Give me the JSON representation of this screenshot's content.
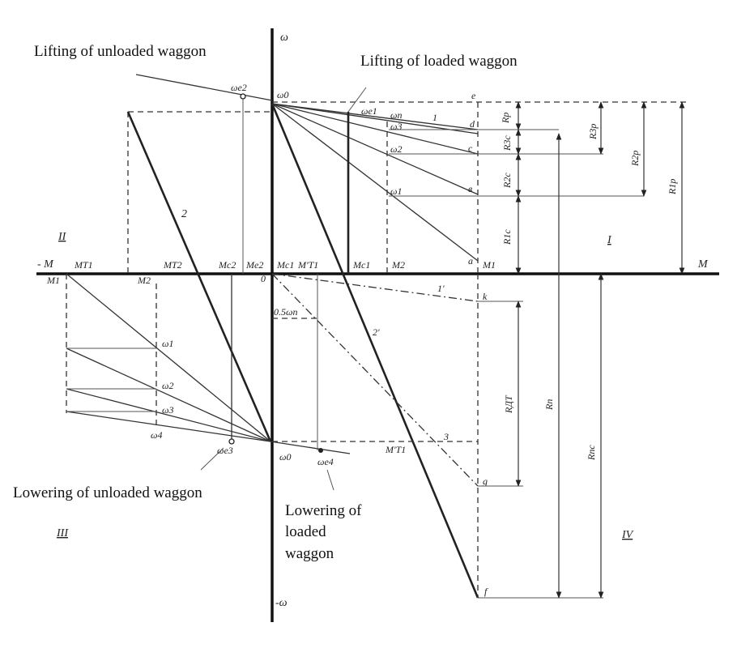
{
  "captions": {
    "lifting_unloaded": "Lifting of unloaded waggon",
    "lifting_loaded": "Lifting of loaded waggon",
    "lowering_unloaded": "Lowering of unloaded waggon",
    "lowering_loaded_1": "Lowering of",
    "lowering_loaded_2": "loaded",
    "lowering_loaded_3": "waggon"
  },
  "axes": {
    "omega_pos": "ω",
    "omega_neg": "-ω",
    "m_pos": "M",
    "m_neg": "- M",
    "origin": "0"
  },
  "quadrants": {
    "q1": "I",
    "q2": "II",
    "q3": "III",
    "q4": "IV"
  },
  "labels": {
    "w_e2": "ωe2",
    "w_0": "ω0",
    "w_e1": "ωe1",
    "w_n": "ωn",
    "w_3_top": "ω3",
    "w_2_top": "ω2",
    "w_1_top": "ω1",
    "pt_e": "e",
    "pt_d": "d",
    "pt_c": "c",
    "pt_b": "в",
    "pt_a": "a",
    "pt_k": "k",
    "pt_g": "g",
    "pt_f": "f",
    "m_t1": "MT1",
    "m_t2": "MT2",
    "m_c2": "Mc2",
    "m_e2": "Me2",
    "m_c1_neg": "Mc1",
    "m_t1_prime": "M'T1",
    "m_c1_pos": "Mc1",
    "m_2": "M2",
    "m_1": "M1",
    "m_1_low": "M1",
    "m_2_low": "M2",
    "w_1_low": "ω1",
    "w_2_low": "ω2",
    "w_3_low": "ω3",
    "w_4_low": "ω4",
    "w_e3": "ωe3",
    "w_0_low": "ω0",
    "w_e4": "ωe4",
    "m_t1_low": "M'T1",
    "half_wn": "0.5ωn",
    "line_1": "1",
    "line_2": "2",
    "line_1p": "1'",
    "line_2p": "2'",
    "line_3": "3",
    "r_p": "Rp",
    "r_3c": "R3c",
    "r_2c": "R2c",
    "r_1c": "R1c",
    "r_3p": "R3p",
    "r_2p": "R2p",
    "r_1p": "R1p",
    "r_dt": "RДТ",
    "r_n": "Rn",
    "r_nc": "Rnc"
  }
}
